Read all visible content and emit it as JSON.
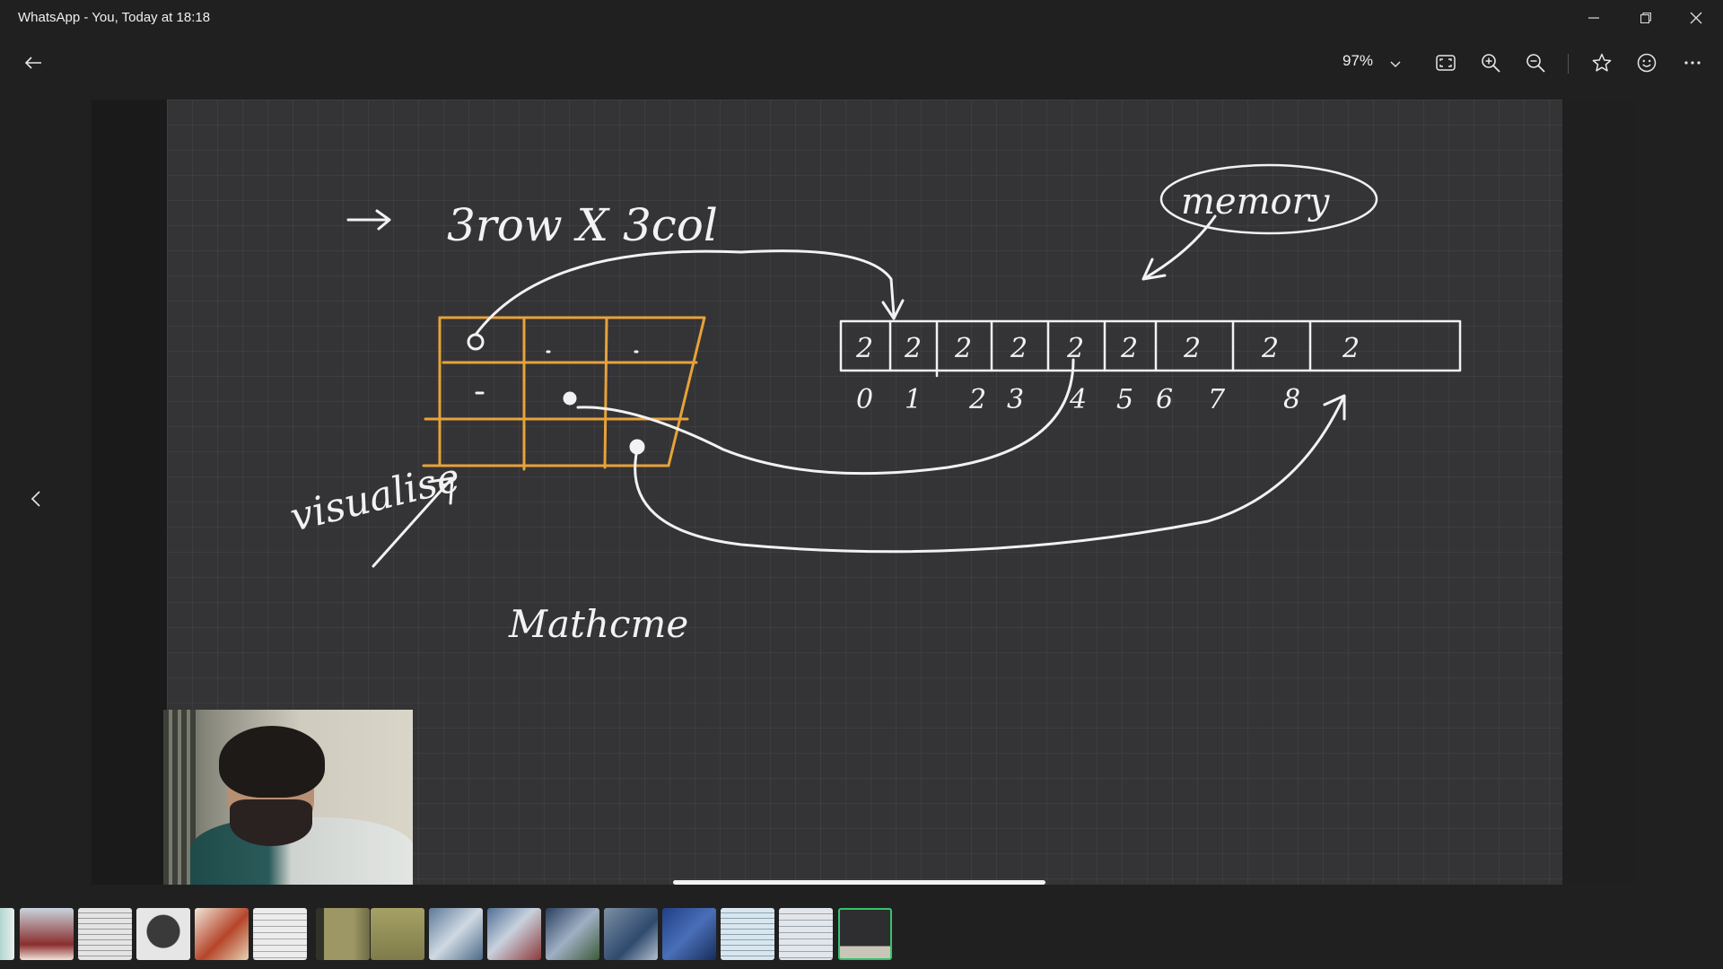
{
  "window": {
    "title": "WhatsApp - You, Today at 18:18"
  },
  "toolbar": {
    "zoom_level": "97%",
    "icons": [
      "back-arrow-icon",
      "chevron-down-icon",
      "fit-screen-icon",
      "zoom-in-icon",
      "zoom-out-icon",
      "star-icon",
      "emoji-icon",
      "more-icon"
    ]
  },
  "image": {
    "handwriting": {
      "rows_cols": "3row X 3col",
      "memory": "memory",
      "visualise": "visualise",
      "mathematics": "Mathcme"
    },
    "array_cells": [
      "2",
      "2",
      "2",
      "2",
      "2",
      "2",
      "2",
      "2",
      "2"
    ],
    "array_indices": [
      "0",
      "1",
      "2",
      "3",
      "4",
      "5",
      "6",
      "7",
      "8"
    ],
    "colors": {
      "board": "#343436",
      "chalk": "#f2f2f2",
      "grid_matrix": "#e7a23a"
    }
  },
  "filmstrip": {
    "thumbnail_count": 16,
    "active_index": 15,
    "active_border": "#35c46c"
  }
}
